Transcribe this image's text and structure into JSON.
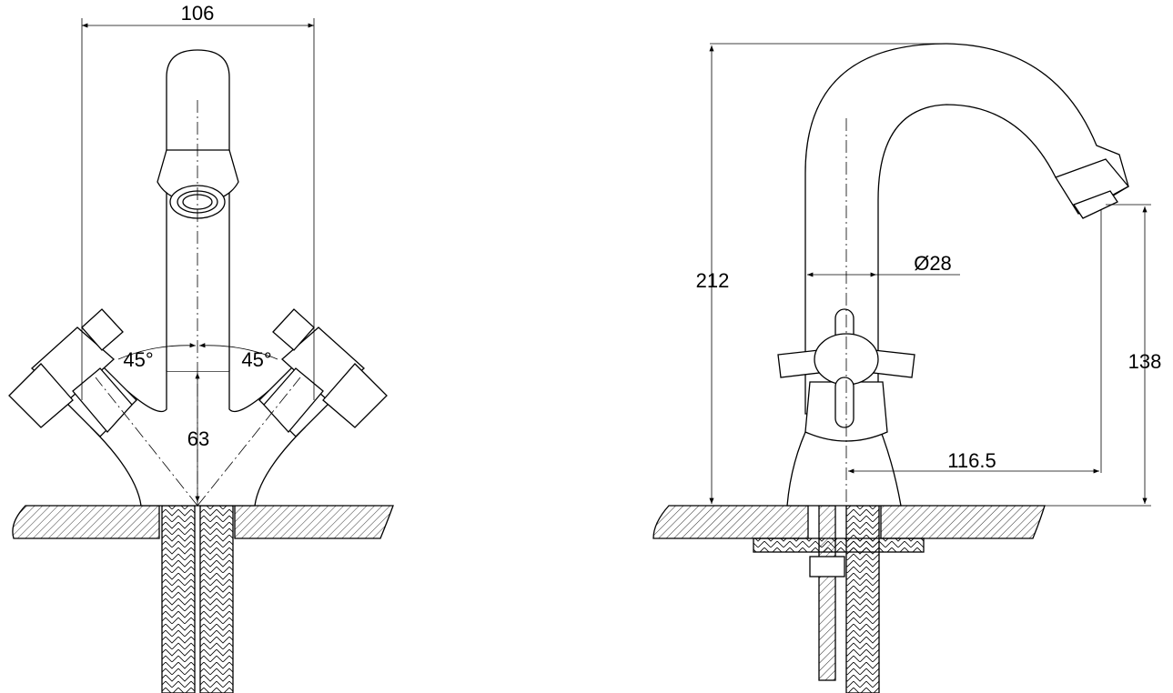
{
  "front_view": {
    "width_label": "106",
    "angle_left_label": "45°",
    "angle_right_label": "45°",
    "height_label": "63"
  },
  "side_view": {
    "total_height_label": "212",
    "diameter_label": "Ø28",
    "spout_height_label": "138",
    "reach_label": "116.5"
  }
}
